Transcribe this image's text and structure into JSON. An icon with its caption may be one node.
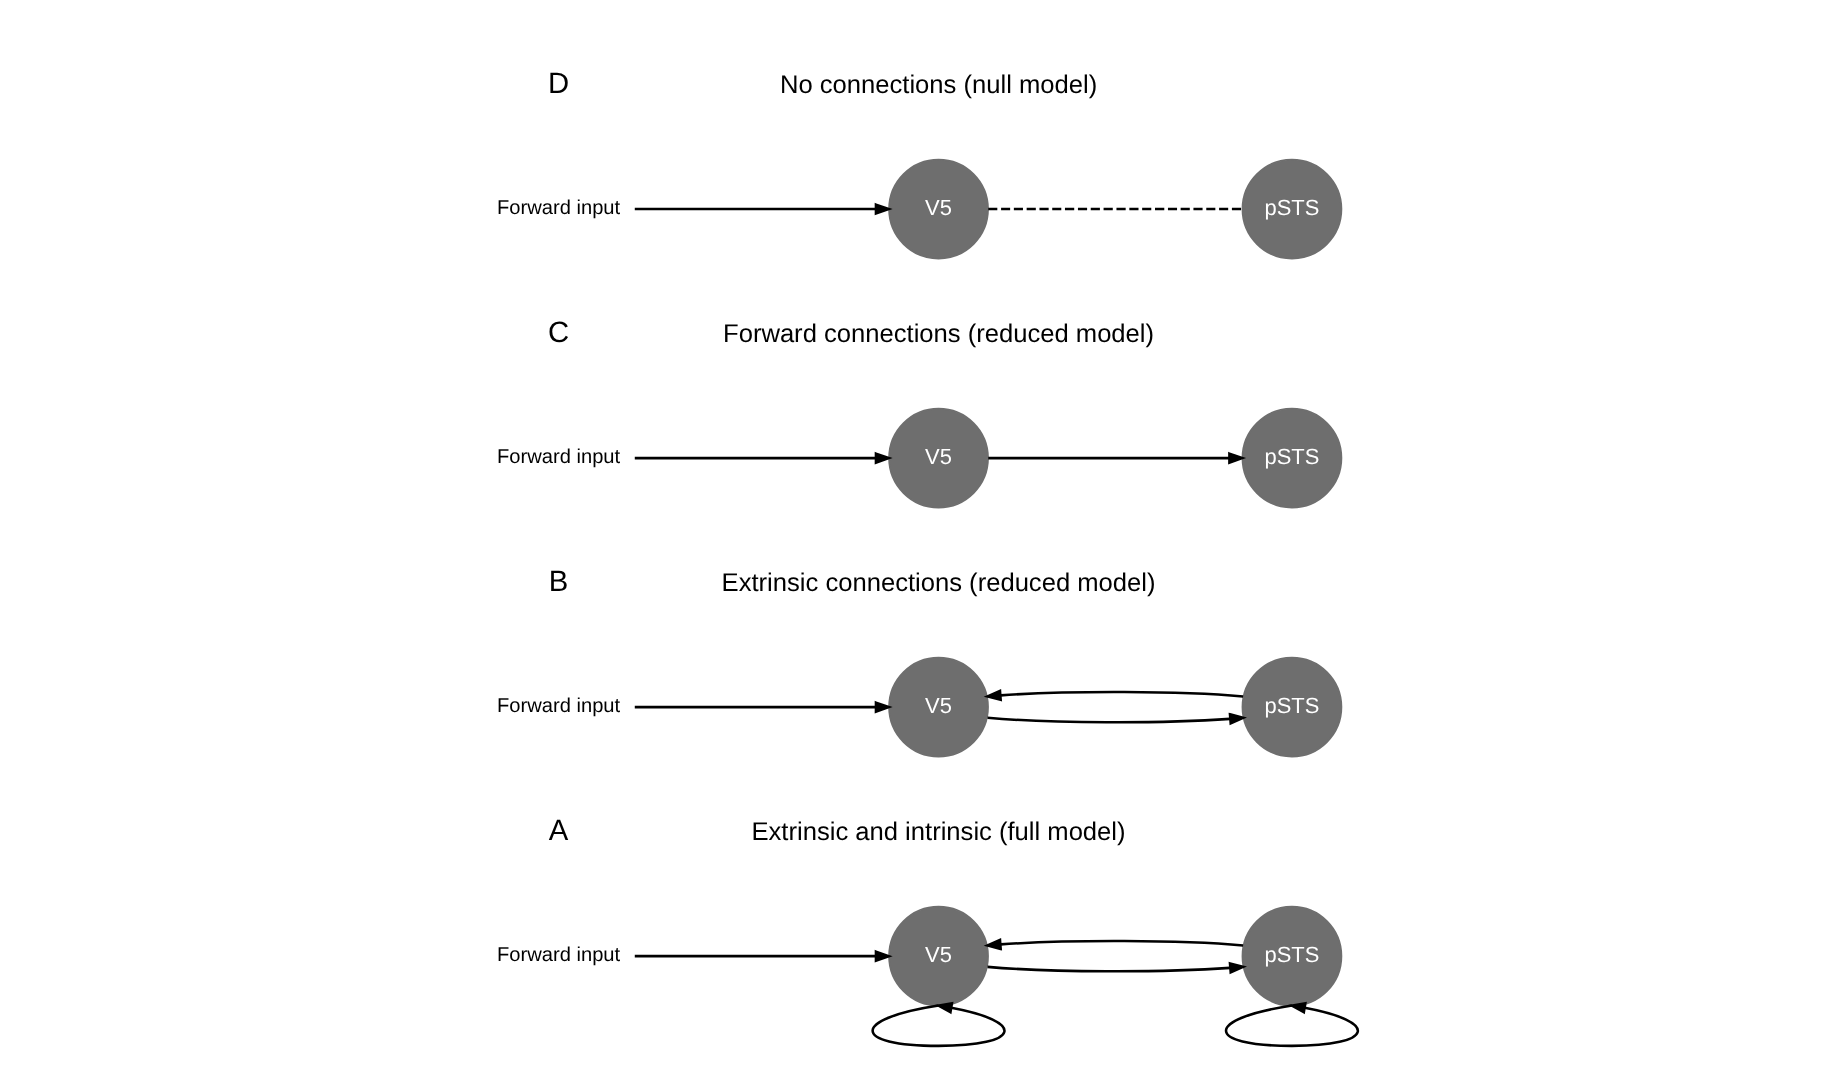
{
  "diagram": {
    "nodes": [
      {
        "text": [
          "Forward input"
        ]
      },
      {
        "text": [
          "V5"
        ]
      },
      {
        "text": [
          "pSTS"
        ]
      },
      {
        "text": [
          "Forward input"
        ]
      },
      {
        "text": [
          "V5"
        ]
      },
      {
        "text": [
          "pSTS"
        ]
      },
      {
        "text": [
          "Forward input"
        ]
      },
      {
        "text": [
          "V5"
        ]
      },
      {
        "text": [
          "pSTS"
        ]
      },
      {
        "text": [
          "Forward input"
        ]
      },
      {
        "text": [
          "V5"
        ]
      },
      {
        "text": [
          "pSTS"
        ]
      }
    ],
    "edges": [
      {
        "from": 0,
        "to": 1,
        "arrow": "to"
      },
      {
        "from": 1,
        "to": 2,
        "arrow": "to"
      },
      {
        "from": 2,
        "to": 1,
        "arrow": "to"
      },
      {
        "from": 1,
        "to": 1,
        "arrow": "to"
      },
      {
        "from": 2,
        "to": 2,
        "arrow": "to"
      },
      {
        "from": 3,
        "to": 4,
        "arrow": "to"
      },
      {
        "from": 4,
        "to": 5,
        "arrow": "to"
      },
      {
        "from": 5,
        "to": 4,
        "arrow": "to"
      },
      {
        "from": 6,
        "to": 7,
        "arrow": "to"
      },
      {
        "from": 7,
        "to": 8,
        "arrow": "to"
      },
      {
        "from": 9,
        "to": 10,
        "arrow": "to"
      },
      {
        "from": 10,
        "to": 11,
        "arrow": "none",
        "style": "dashed"
      }
    ],
    "labels": [
      "A",
      "Extrinsic and intrinsic (full model)",
      "B",
      "Extrinsic connections (reduced model)",
      "C",
      "Forward connections (reduced model)",
      "D",
      "No connections (null model)"
    ]
  }
}
